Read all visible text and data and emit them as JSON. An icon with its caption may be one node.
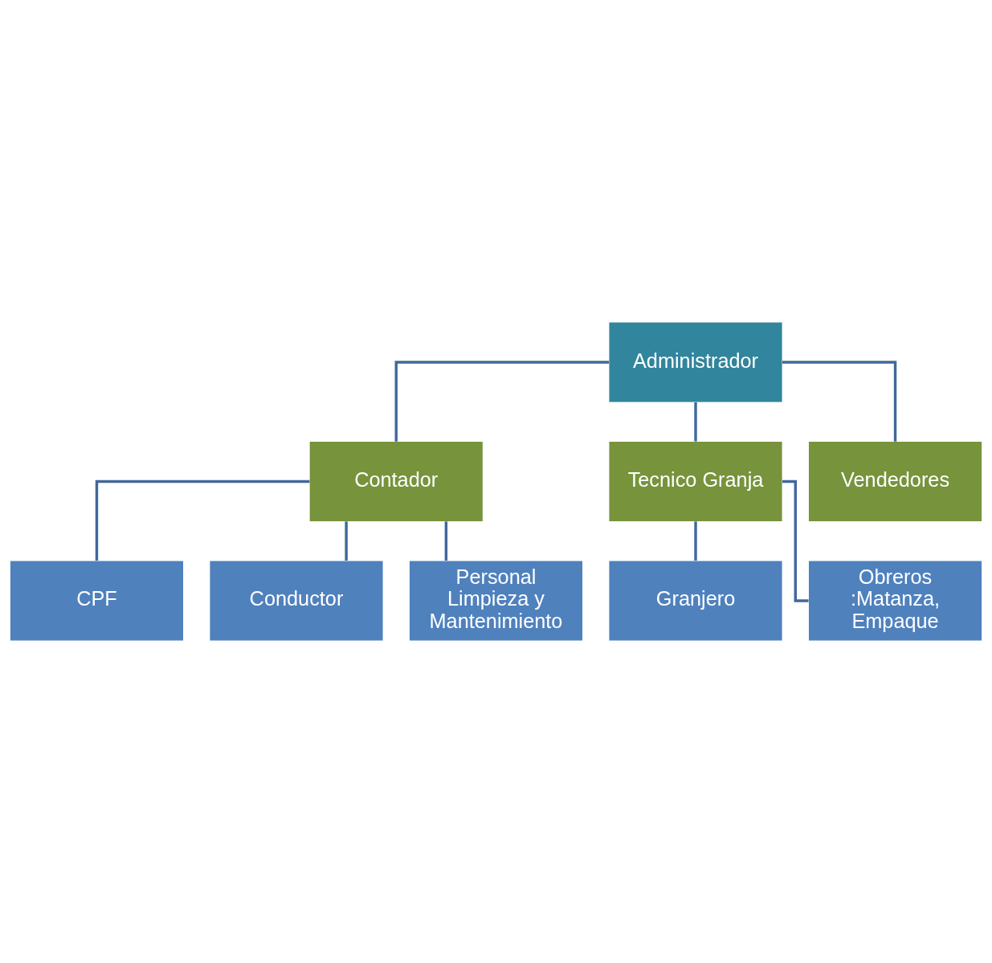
{
  "diagram": {
    "nodes": [
      {
        "text": [
          "Administrador"
        ]
      },
      {
        "text": [
          "Contador"
        ]
      },
      {
        "text": [
          "Tecnico Granja"
        ]
      },
      {
        "text": [
          "Vendedores"
        ]
      },
      {
        "text": [
          "CPF"
        ]
      },
      {
        "text": [
          "Conductor"
        ]
      },
      {
        "text": [
          "Personal Limpieza y Mantenimiento"
        ]
      },
      {
        "text": [
          "Granjero"
        ]
      },
      {
        "text": [
          "Obreros :Matanza, Empaque"
        ]
      }
    ],
    "edges": [
      {
        "from": 0,
        "to": 1,
        "arrow": "none"
      },
      {
        "from": 0,
        "to": 2,
        "arrow": "none"
      },
      {
        "from": 0,
        "to": 3,
        "arrow": "none"
      },
      {
        "from": 1,
        "to": 4,
        "arrow": "none"
      },
      {
        "from": 1,
        "to": 5,
        "arrow": "none"
      },
      {
        "from": 1,
        "to": 6,
        "arrow": "none"
      },
      {
        "from": 2,
        "to": 7,
        "arrow": "none"
      },
      {
        "from": 2,
        "to": 8,
        "arrow": "none"
      }
    ]
  }
}
